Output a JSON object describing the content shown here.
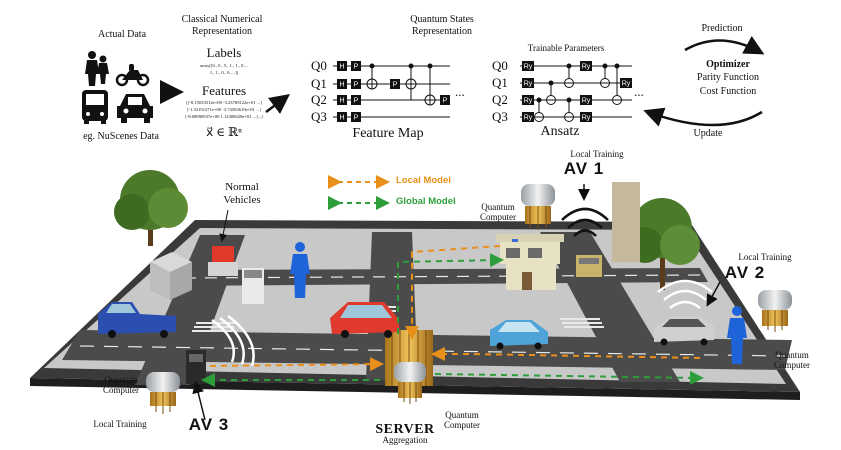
{
  "pipeline": {
    "actual_data": "Actual Data",
    "dataset_caption": "eg. NuScenes Data",
    "classical_line1": "Classical Numerical",
    "classical_line2": "Representation",
    "labels_title": "Labels",
    "labels_array_line1": "array([0., 0., 5., 1., 1., 0., .",
    "labels_array_line2": "1., 1., 0., 0.,...])",
    "features_title": "Features",
    "features_line1": "[[-8.15033512e+00 -3.23769122e+01 ...]",
    "features_line2": "[-1.32191271e+00 -3.74502619e+01 ...]",
    "features_line3": "[-8.08096937e+00  1.12308628e+01 ...]...]",
    "vector_notation": "x⃗ ∈ ℝⁿ",
    "quantum_line1": "Quantum States",
    "quantum_line2": "Representation",
    "feature_map": "Feature Map",
    "trainable": "Trainable Parameters",
    "ansatz": "Ansatz",
    "prediction": "Prediction",
    "optimizer": "Optimizer",
    "parity": "Parity Function",
    "cost": "Cost Function",
    "update": "Update",
    "qubits": [
      "Q0",
      "Q1",
      "Q2",
      "Q3"
    ],
    "ellipsis": "...",
    "gate_h": "H",
    "gate_p": "P",
    "gate_ry": "Ry"
  },
  "scene": {
    "normal_vehicles_line1": "Normal",
    "normal_vehicles_line2": "Vehicles",
    "legend_local": "Local Model",
    "legend_global": "Global Model",
    "av1": "AV 1",
    "av2": "AV 2",
    "av3": "AV 3",
    "local_training": "Local Training",
    "quantum_computer_line1": "Quantum",
    "quantum_computer_line2": "Computer",
    "server": "SERVER",
    "aggregation": "Aggregation"
  },
  "colors": {
    "local": "#e8901a",
    "global": "#2e9e3b",
    "road": "#4a4a4a",
    "sidewalk": "#c9c9c9",
    "base": "#2a2a2a"
  }
}
